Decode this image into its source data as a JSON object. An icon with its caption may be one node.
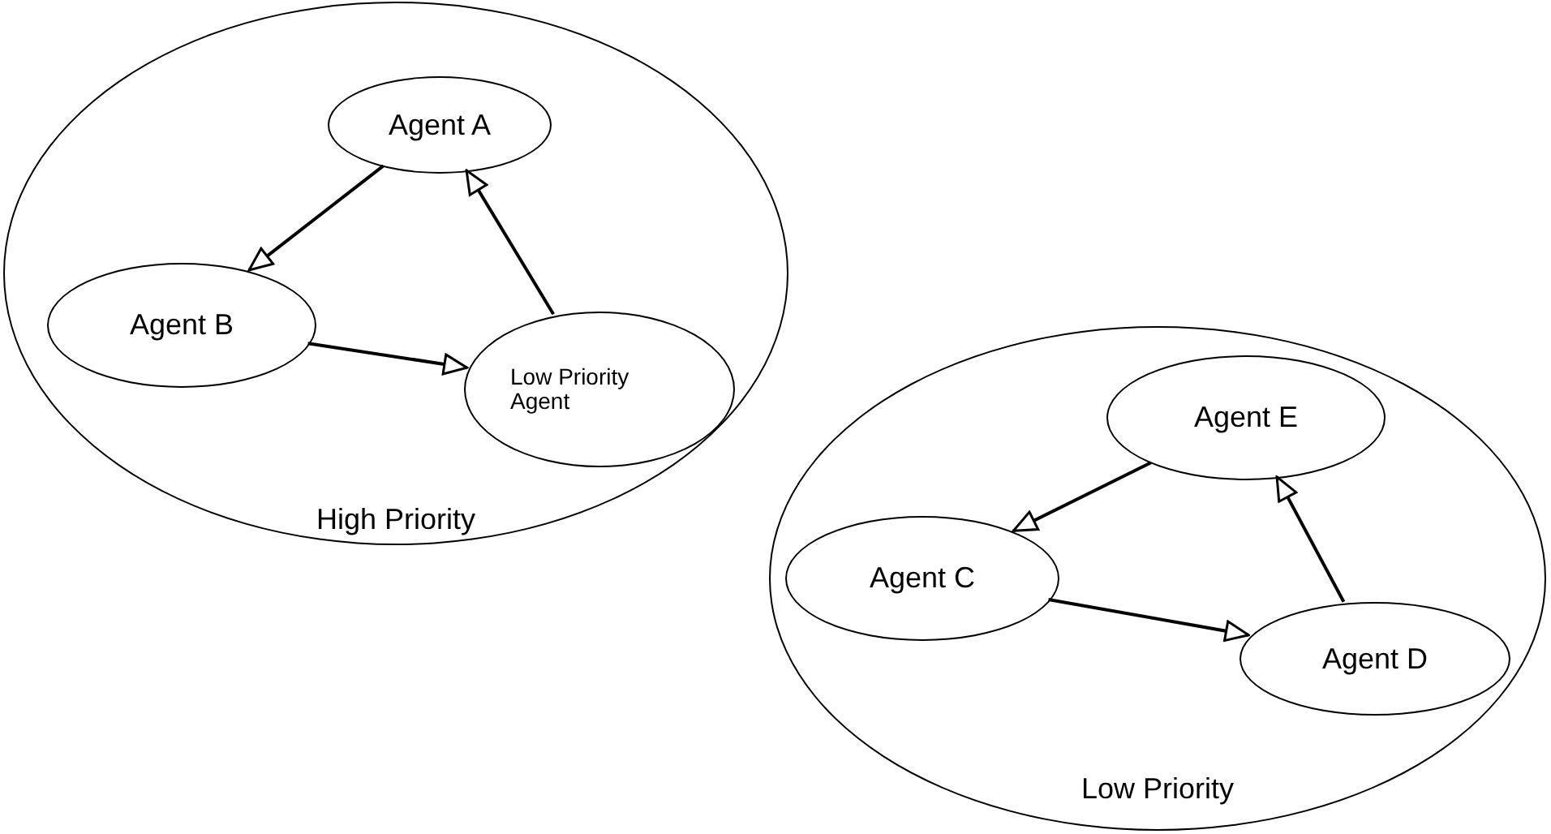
{
  "diagram": {
    "nodes": [
      {
        "text": [
          "High Priority"
        ]
      },
      {
        "text": [
          "Agent A"
        ],
        "in": 0
      },
      {
        "text": [
          "Agent B"
        ],
        "in": 0
      },
      {
        "text": [
          "Low Priority Agent"
        ],
        "in": 0
      },
      {
        "text": [
          "Low Priority"
        ]
      },
      {
        "text": [
          "Agent E"
        ],
        "in": 4
      },
      {
        "text": [
          "Agent C"
        ],
        "in": 4
      },
      {
        "text": [
          "Agent D"
        ],
        "in": 4
      }
    ],
    "edges": [
      {
        "from": 1,
        "to": 2,
        "arrow": "to"
      },
      {
        "from": 2,
        "to": 3,
        "arrow": "to"
      },
      {
        "from": 3,
        "to": 1,
        "arrow": "to"
      },
      {
        "from": 5,
        "to": 6,
        "arrow": "to"
      },
      {
        "from": 6,
        "to": 7,
        "arrow": "to"
      },
      {
        "from": 7,
        "to": 5,
        "arrow": "to"
      }
    ]
  }
}
